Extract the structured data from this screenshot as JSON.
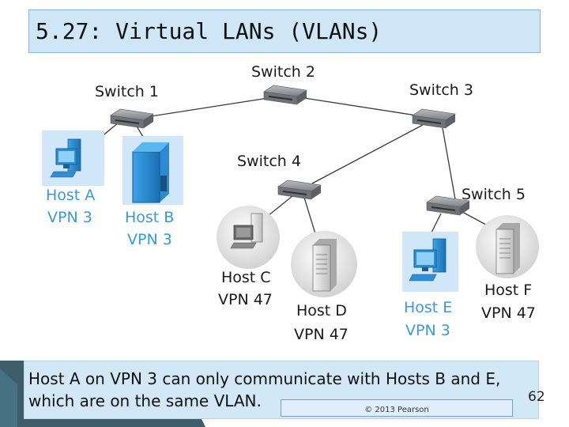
{
  "slide": {
    "title": "5.27: Virtual LANs (VLANs)",
    "caption_line_1": "Host A on VPN 3 can only communicate with Hosts B and E,",
    "caption_line_2": "which are on the same VLAN.",
    "credit": "© 2013 Pearson",
    "page_number": "62"
  },
  "diagram": {
    "switches": {
      "s1": "Switch 1",
      "s2": "Switch 2",
      "s3": "Switch 3",
      "s4": "Switch 4",
      "s5": "Switch 5"
    },
    "hosts": {
      "a": {
        "name": "Host A",
        "vlan": "VPN 3"
      },
      "b": {
        "name": "Host B",
        "vlan": "VPN 3"
      },
      "c": {
        "name": "Host C",
        "vlan": "VPN 47"
      },
      "d": {
        "name": "Host D",
        "vlan": "VPN 47"
      },
      "e": {
        "name": "Host E",
        "vlan": "VPN 3"
      },
      "f": {
        "name": "Host F",
        "vlan": "VPN 47"
      }
    },
    "colors": {
      "vlan3": "#3a9ad9",
      "vlan47": "#1a1a1a",
      "switch_body": "#8a8e92",
      "highlight_bg": "#cfe7f8"
    }
  }
}
